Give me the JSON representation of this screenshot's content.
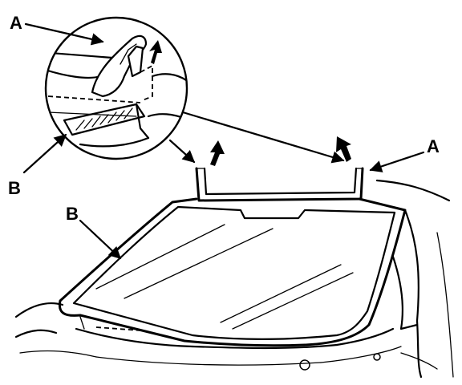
{
  "callouts": {
    "a_inset": "A",
    "b_inset": "B",
    "a_main": "A",
    "b_main": "B"
  },
  "colors": {
    "ink": "#000000",
    "paper": "#ffffff"
  }
}
